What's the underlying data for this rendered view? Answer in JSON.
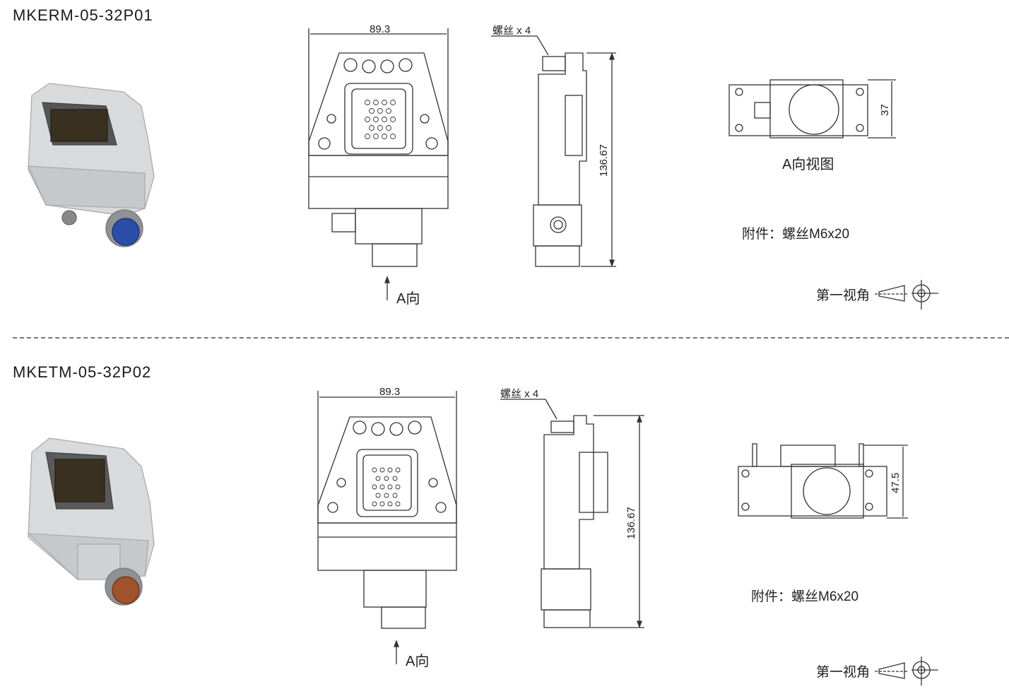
{
  "sections": [
    {
      "model": "MKERM-05-32P01",
      "width_dim": "89.3",
      "screw_label": "螺丝 x 4",
      "height_dim": "136.67",
      "a_view_dim": "37",
      "a_view_title": "A向视图",
      "accessory": "附件：螺丝M6x20",
      "projection": "第一视角",
      "direction": "A向"
    },
    {
      "model": "MKETM-05-32P02",
      "width_dim": "89.3",
      "screw_label": "螺丝 x 4",
      "height_dim": "136.67",
      "a_view_dim": "47.5",
      "accessory": "附件：螺丝M6x20",
      "projection": "第一视角",
      "direction": "A向"
    }
  ],
  "colors": {
    "line": "#333333",
    "divider": "#777777",
    "pins_blue": "#2b4fa8",
    "pins_copper": "#a0522d"
  }
}
